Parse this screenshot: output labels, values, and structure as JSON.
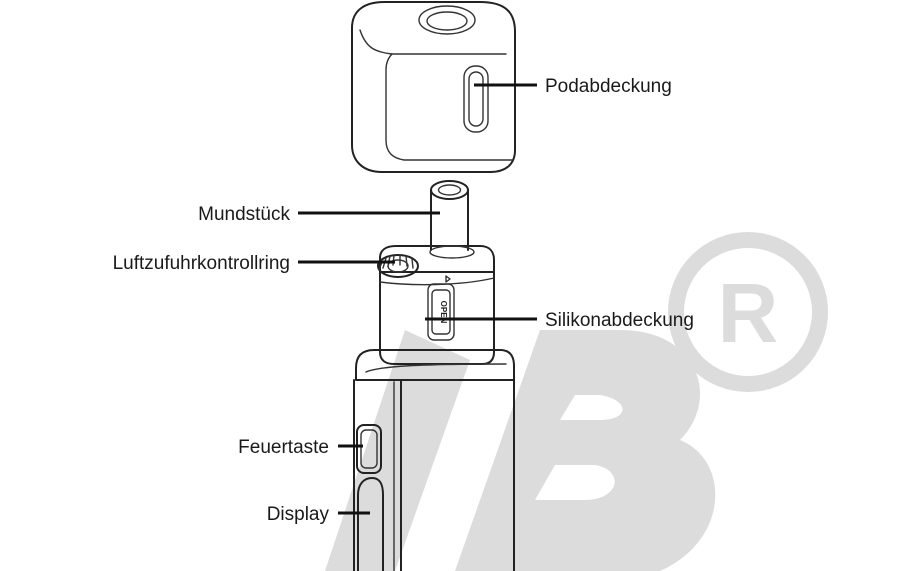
{
  "callouts": {
    "pod_cover": "Podabdeckung",
    "mouthpiece": "Mundstück",
    "airflow_ring": "Luftzufuhrkontrollring",
    "silicone_cover": "Silikonabdeckung",
    "fire_button": "Feuertaste",
    "display": "Display"
  },
  "device_marking": "OPEN",
  "watermark": {
    "text": "IB",
    "symbol": "®",
    "color": "#dcdcdc"
  },
  "colors": {
    "line": "#222222",
    "background": "#ffffff"
  }
}
